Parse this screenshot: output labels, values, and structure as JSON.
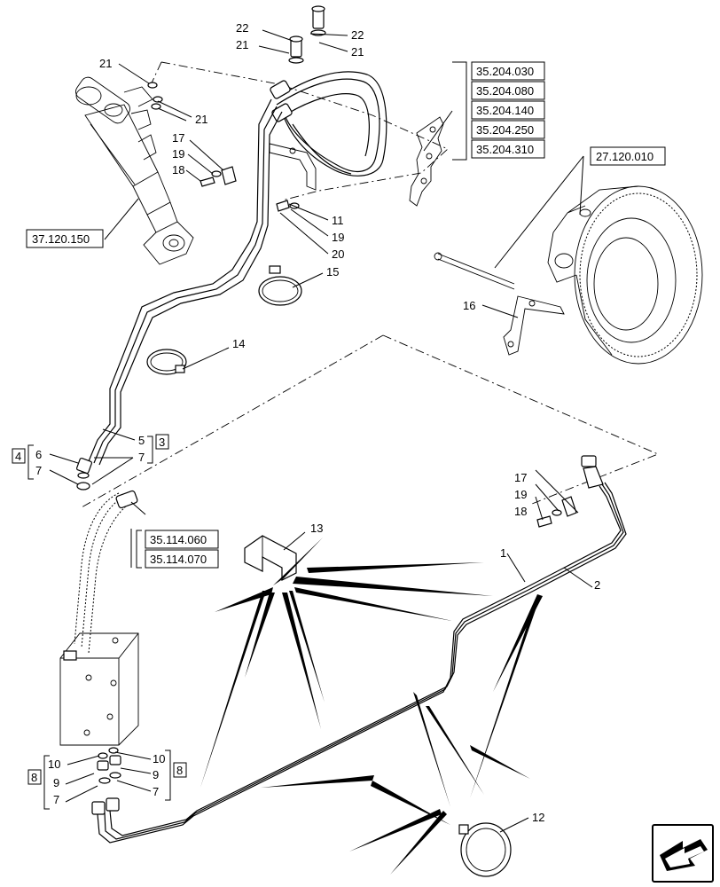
{
  "diagram": {
    "part_labels": {
      "p1": "1",
      "p2": "2",
      "p3": "3",
      "p4": "4",
      "p5": "5",
      "p6": "6",
      "p7a": "7",
      "p7b": "7",
      "p7c": "7",
      "p7d": "7",
      "p8a": "8",
      "p8b": "8",
      "p9a": "9",
      "p9b": "9",
      "p10a": "10",
      "p10b": "10",
      "p11": "11",
      "p12": "12",
      "p13": "13",
      "p14": "14",
      "p15": "15",
      "p16": "16",
      "p17a": "17",
      "p17b": "17",
      "p18a": "18",
      "p18b": "18",
      "p19a": "19",
      "p19b": "19",
      "p19c": "19",
      "p20": "20",
      "p21a": "21",
      "p21b": "21",
      "p21c": "21",
      "p21d": "21",
      "p22a": "22",
      "p22b": "22"
    },
    "references": {
      "r_3720": "37.120.150",
      "r_35204": [
        "35.204.030",
        "35.204.080",
        "35.204.140",
        "35.204.250",
        "35.204.310"
      ],
      "r_27120": "27.120.010",
      "r_35114": [
        "35.114.060",
        "35.114.070"
      ]
    },
    "nav_icon": "arrow-left-icon"
  }
}
